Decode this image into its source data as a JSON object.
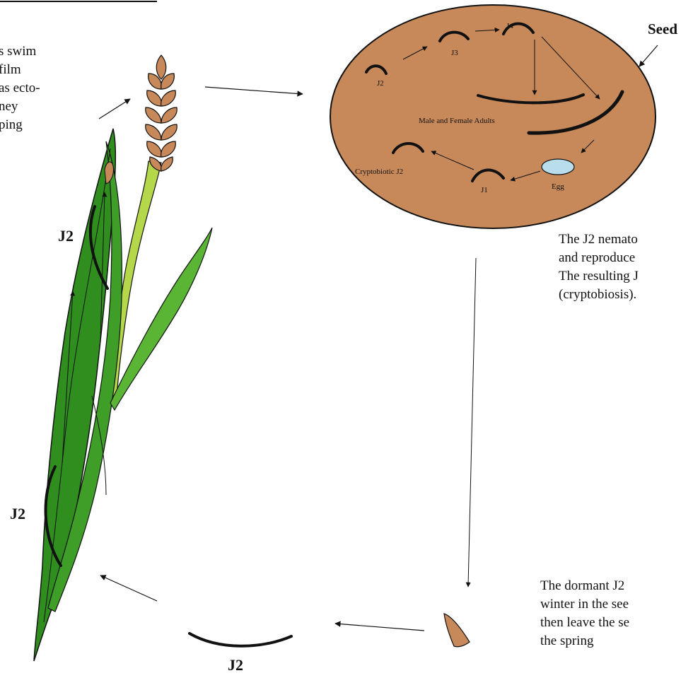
{
  "colors": {
    "seed_fill": "#C8895A",
    "leaf_dark": "#2F8E1E",
    "leaf_light": "#5BB534",
    "stem_light": "#B5D84A",
    "head_fill": "#C8895A",
    "egg_fill": "#B9DDEB",
    "line": "#111111"
  },
  "intro_text": {
    "lines": [
      "s swim",
      "film",
      "as ecto-",
      "ney",
      "ping"
    ]
  },
  "seed": {
    "label": "Seed",
    "stages": {
      "j2": "J2",
      "j3": "J3",
      "j4": "J4",
      "adults": "Male and Female Adults",
      "egg": "Egg",
      "j1": "J1",
      "cryptobiotic": "Cryptobiotic J2"
    }
  },
  "plant": {
    "upper_label": "J2",
    "lower_label": "J2"
  },
  "soil": {
    "label": "J2"
  },
  "notes": {
    "reproduce_lines": [
      "The J2 nemato",
      "and reproduce",
      "The resulting J",
      "(cryptobiosis)."
    ],
    "dormant_lines": [
      "The dormant J2",
      "winter in the see",
      "then leave the se",
      "the spring"
    ]
  }
}
